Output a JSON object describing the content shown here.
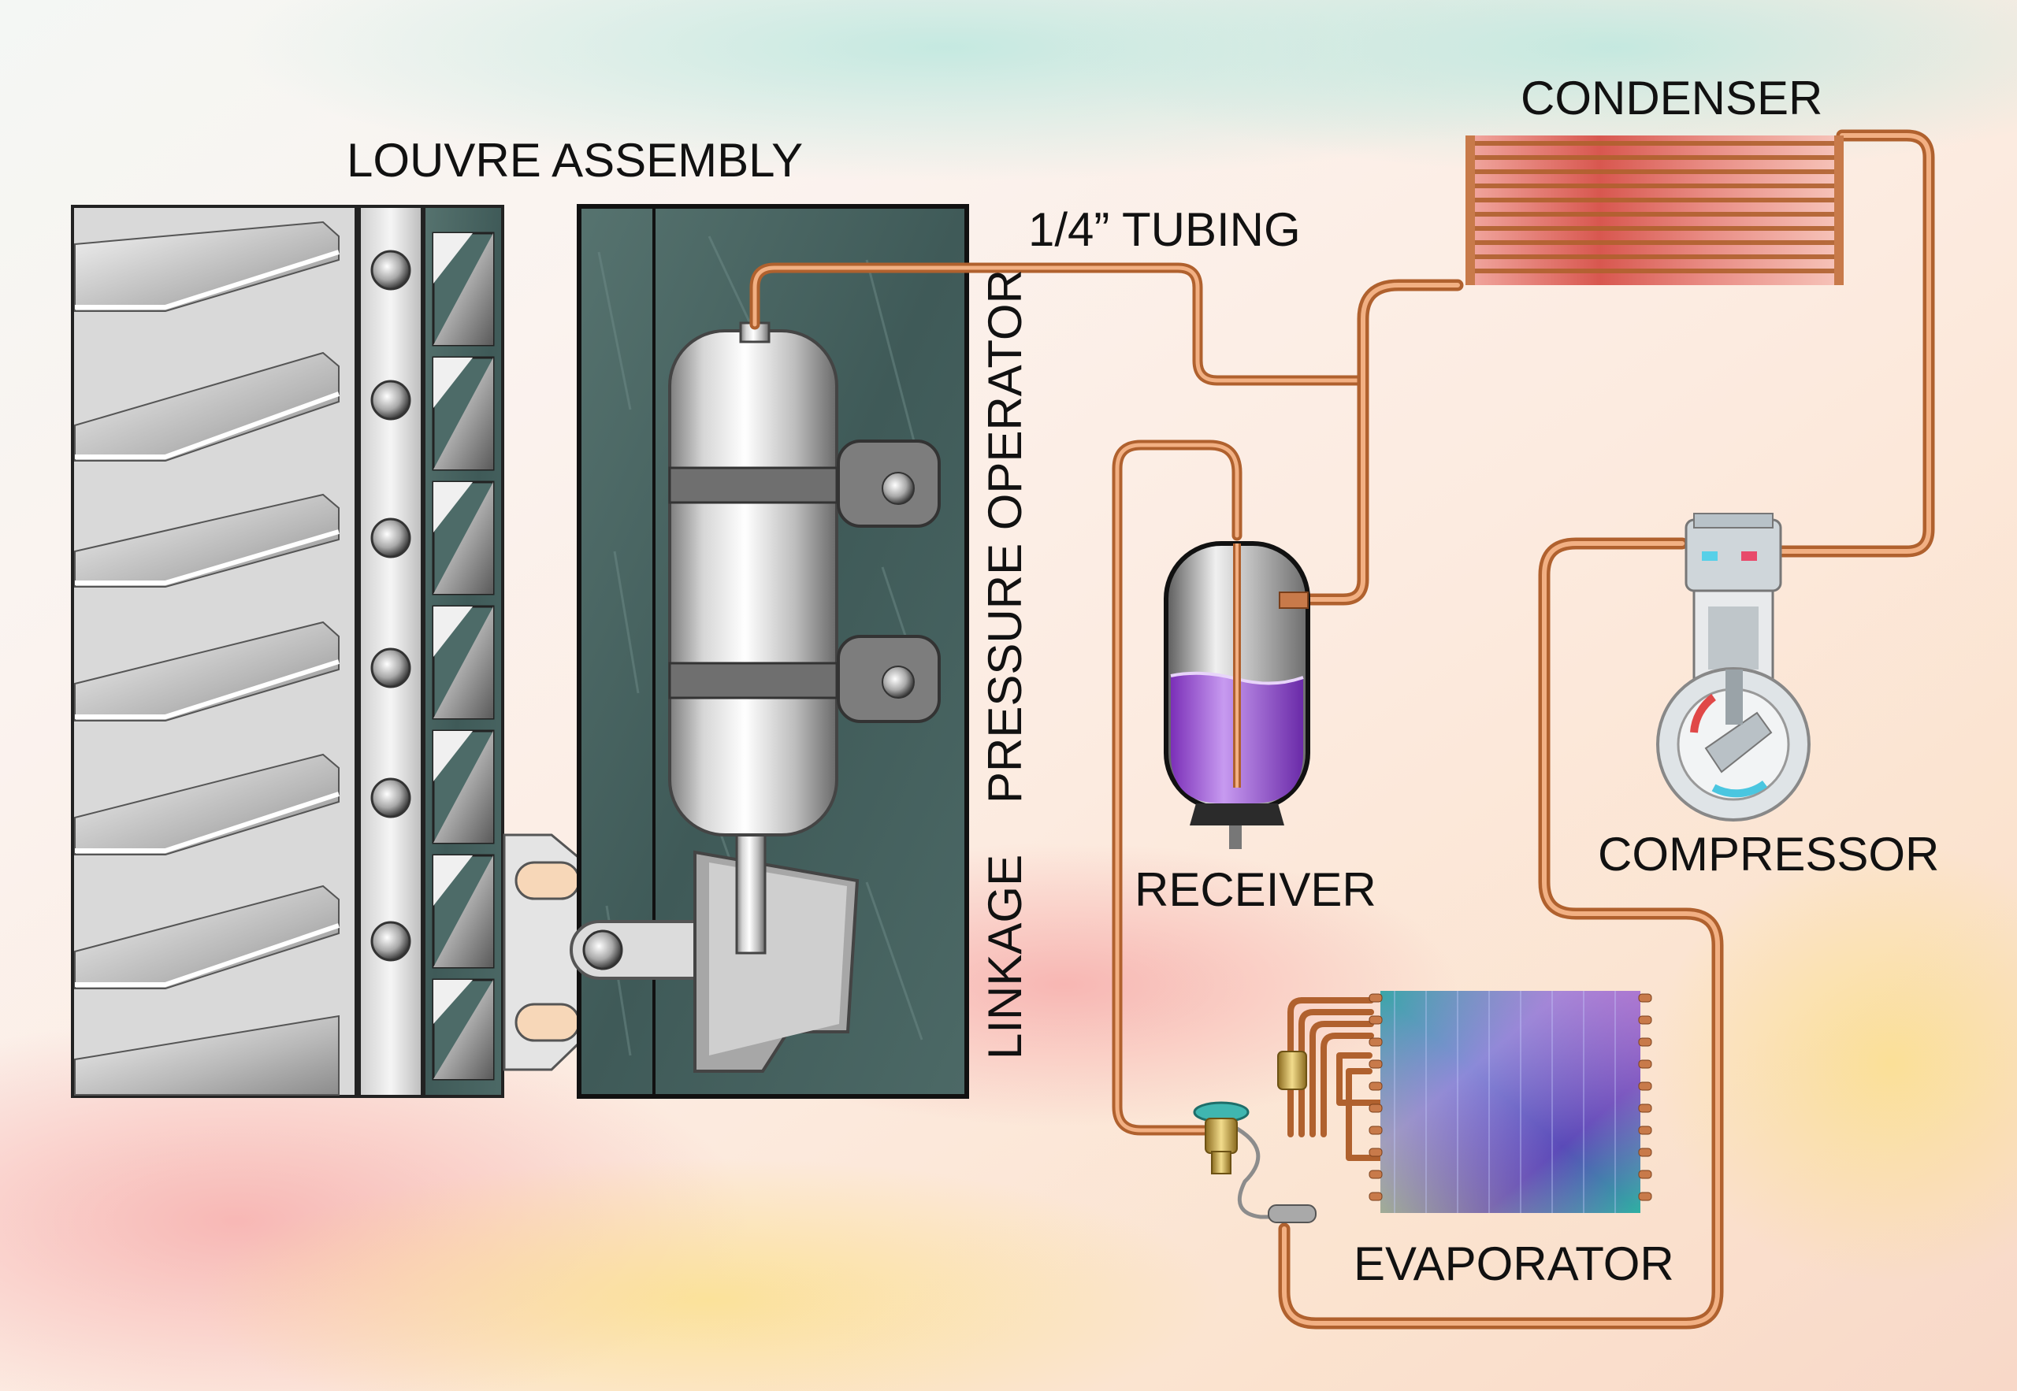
{
  "labels": {
    "louvre_assembly": "LOUVRE ASSEMBLY",
    "tubing": "1/4” TUBING",
    "pressure_operator": "PRESSURE OPERATOR",
    "linkage": "LINKAGE",
    "receiver": "RECEIVER",
    "condenser": "CONDENSER",
    "compressor": "COMPRESSOR",
    "evaporator": "EVAPORATOR"
  },
  "colors": {
    "copper": "#c8743c",
    "copper_light": "#f0b48a",
    "panel_green": "#4d6b68",
    "condenser": "#d8706a",
    "refrigerant": "#a860e0",
    "louvre_grey": "#b8b8b8"
  }
}
